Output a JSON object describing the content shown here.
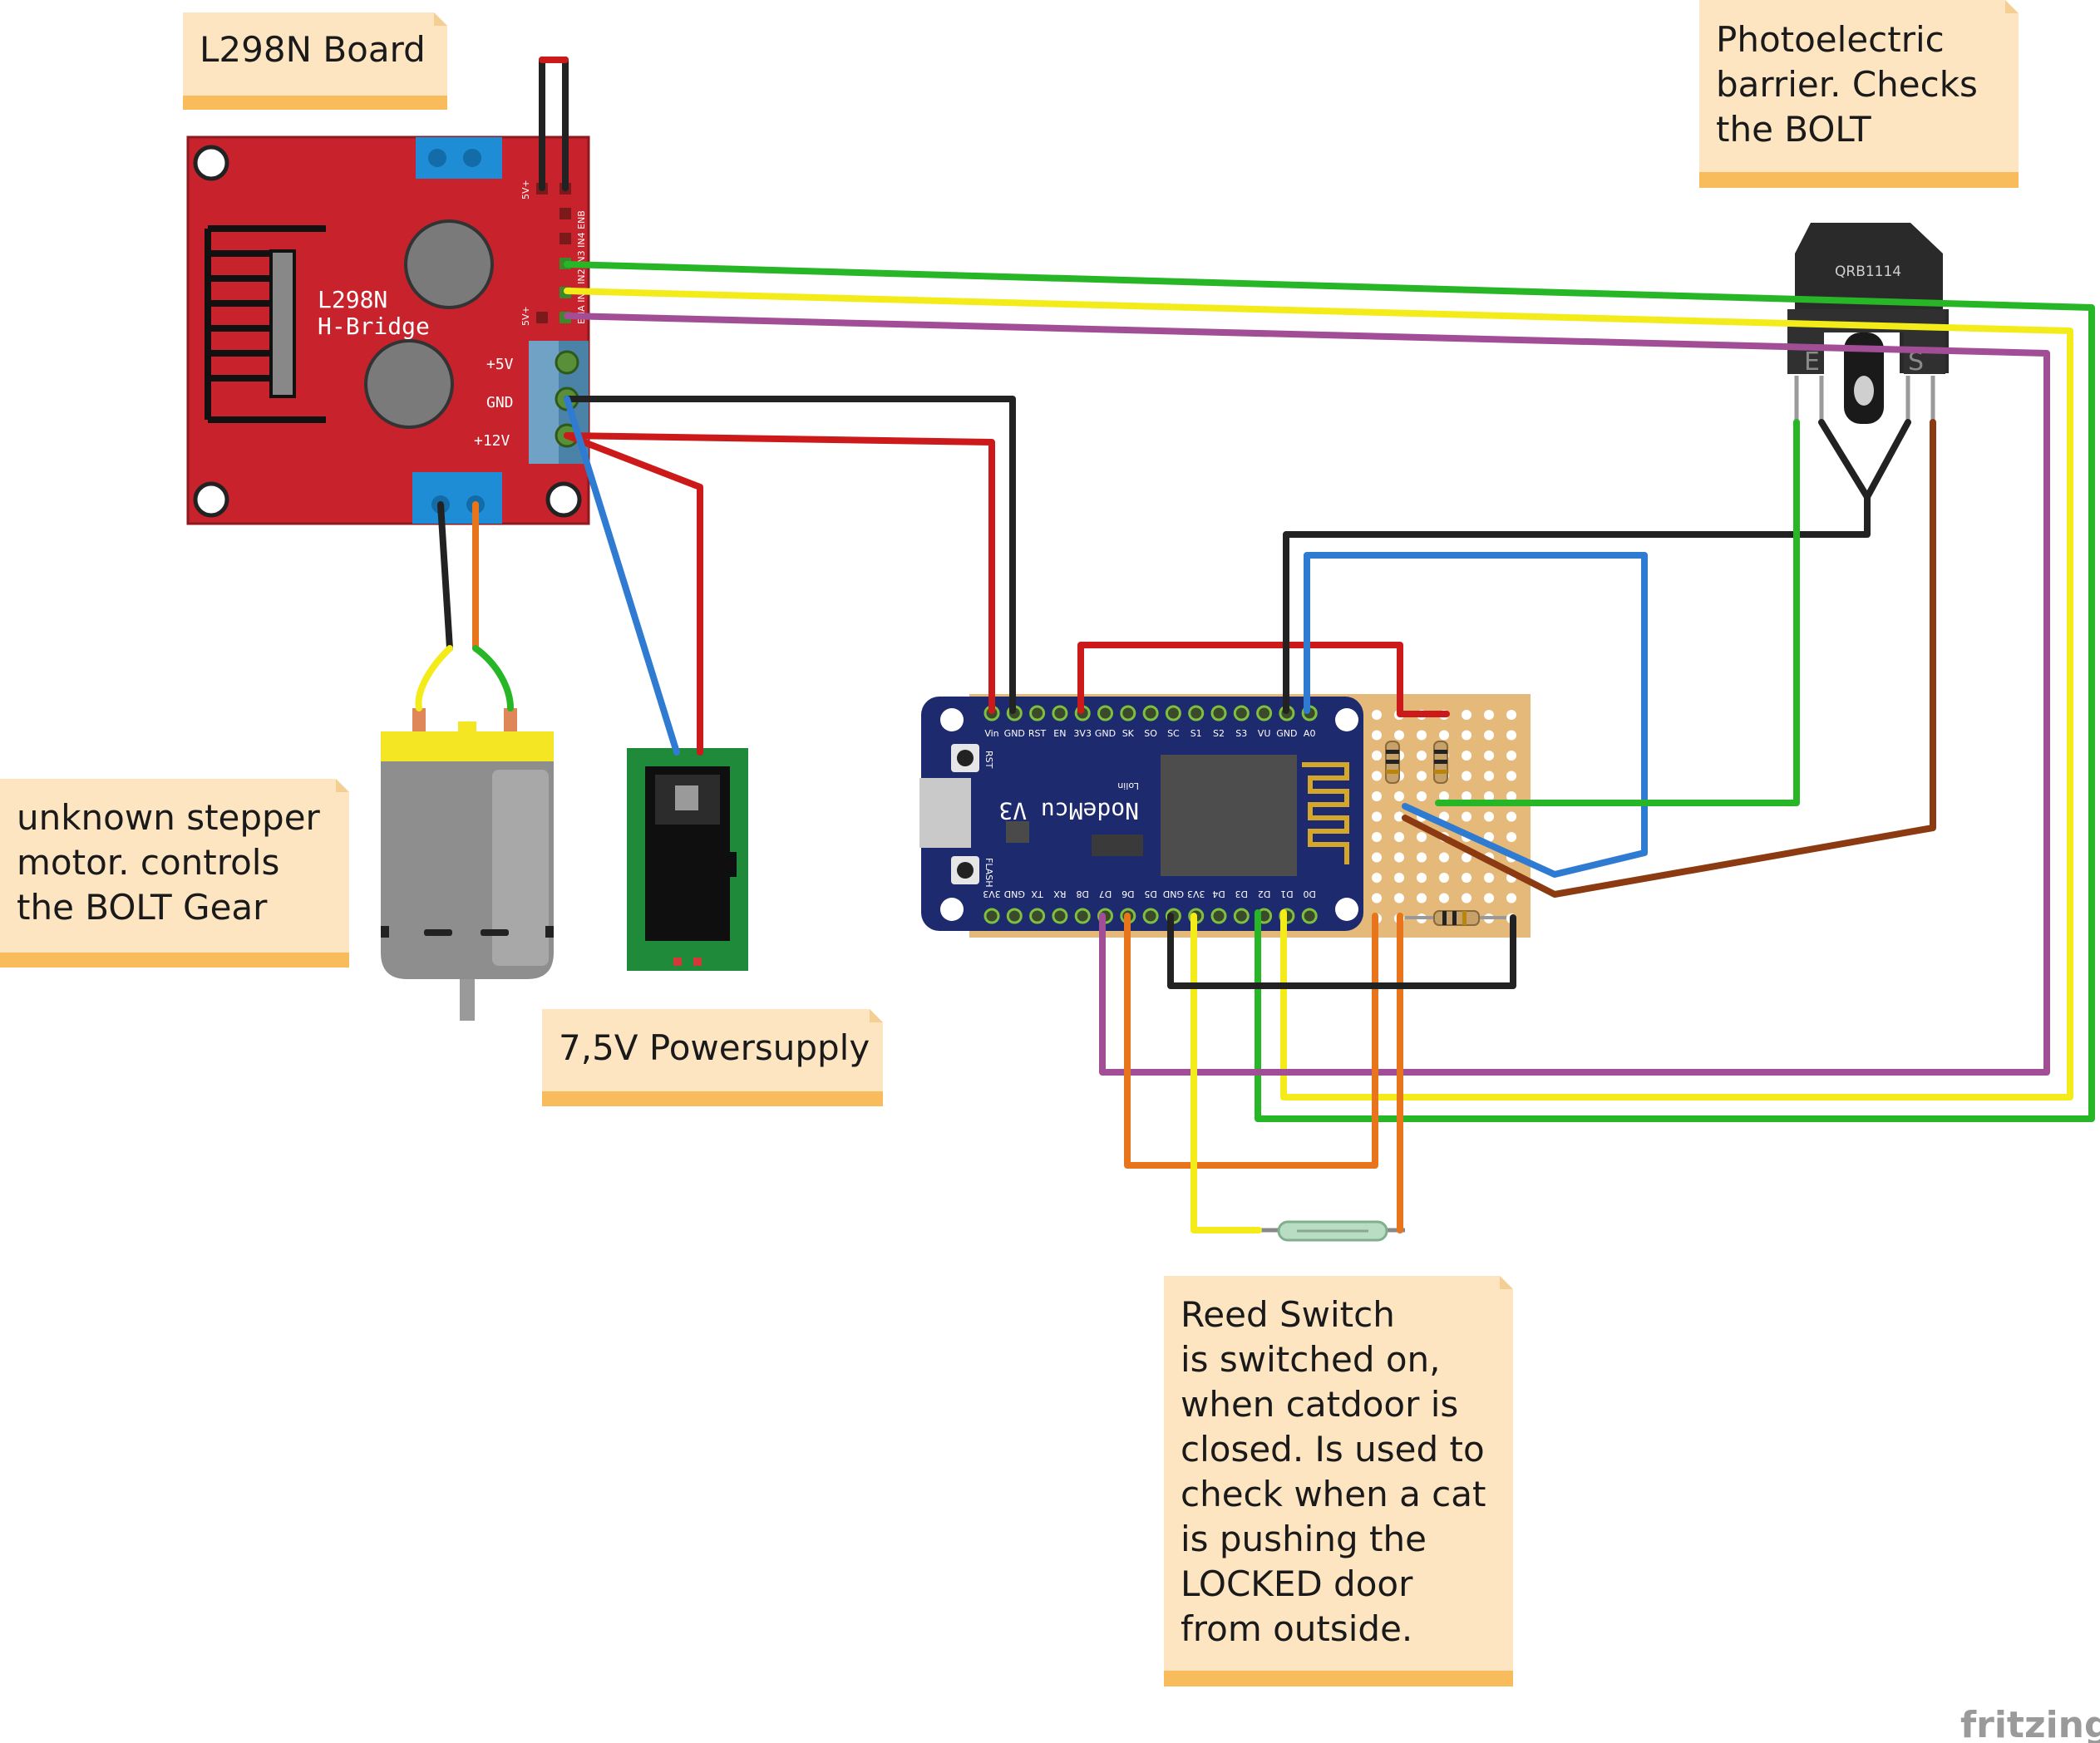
{
  "notes": {
    "l298n": {
      "lines": [
        "L298N Board"
      ]
    },
    "barrier": {
      "lines": [
        "Photoelectric",
        "barrier. Checks",
        "the BOLT"
      ]
    },
    "motor": {
      "lines": [
        "unknown stepper",
        "motor. controls",
        "the BOLT Gear"
      ]
    },
    "power": {
      "lines": [
        "7,5V Powersupply"
      ]
    },
    "reed": {
      "lines": [
        "Reed Switch",
        "is switched on,",
        "when catdoor is",
        "closed. Is used to",
        "check when a cat",
        "is pushing the",
        "LOCKED door",
        "from outside."
      ]
    }
  },
  "l298n_board": {
    "title1": "L298N",
    "title2": "H-Bridge",
    "pin_5v": "+5V",
    "pin_gnd": "GND",
    "pin_12v": "+12V",
    "header_a": "5V+",
    "header_b": "5V+",
    "header_labels": "ENA IN1 IN2 IN3 IN4 ENB"
  },
  "sensor": {
    "model": "QRB1114",
    "pin_e": "E",
    "pin_s": "S"
  },
  "nodemcu": {
    "name": "NodeMcu V3",
    "vendor": "Lolin",
    "top_pins": [
      "Vin",
      "GND",
      "RST",
      "EN",
      "3V3",
      "GND",
      "SK",
      "SO",
      "SC",
      "S1",
      "S2",
      "S3",
      "VU",
      "GND",
      "A0"
    ],
    "bottom_pins": [
      "3V3",
      "GND",
      "TX",
      "RX",
      "D8",
      "D7",
      "D6",
      "D5",
      "GND",
      "3V3",
      "D4",
      "D3",
      "D2",
      "D1",
      "D0"
    ],
    "btn_rst": "RST",
    "btn_flash": "FLASH"
  },
  "watermark": "fritzing",
  "colors": {
    "note_fill": "#fde5c2",
    "note_bar": "#f9bc5d",
    "l298n_red": "#c8232c",
    "nodemcu_blue": "#1e2a6e",
    "perfboard": "#e5b97a",
    "wire_green": "#27b626",
    "wire_yellow": "#f3ec1a",
    "wire_purple": "#a14e96",
    "wire_black": "#222222",
    "wire_red": "#cc1a1a",
    "wire_blue": "#2e7bd1",
    "wire_orange": "#e8751c",
    "wire_brown": "#8b3a12"
  }
}
